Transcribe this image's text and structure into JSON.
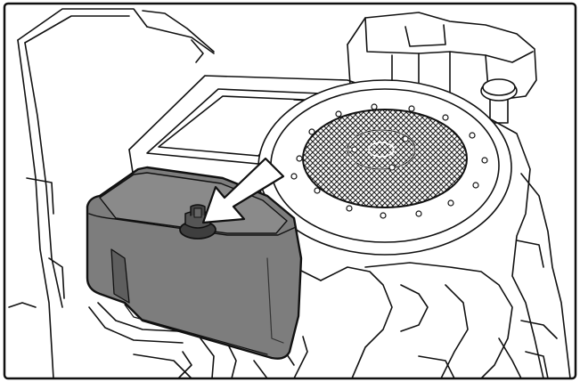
{
  "figure": {
    "subject": "engine-fuel-tank-cap-illustration",
    "icons": [
      "outline-frame",
      "engine-body",
      "air-intake-screen",
      "fuel-tank",
      "fuel-cap",
      "pointer-arrow"
    ],
    "colors": {
      "line": "#111111",
      "background": "#ffffff",
      "tank_fill": "#7d7d7d",
      "tank_shade": "#5e5e5e",
      "screen_fill": "#3a3a3a"
    }
  }
}
